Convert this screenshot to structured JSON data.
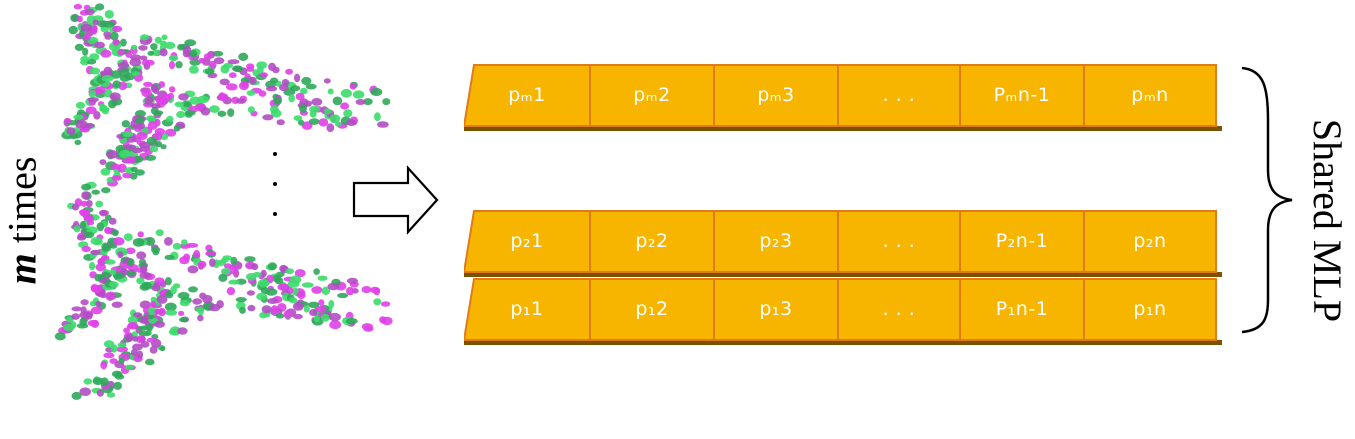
{
  "left_label": {
    "variable": "m",
    "text": "times"
  },
  "right_label": "Shared MLP",
  "rows": [
    {
      "id": "m",
      "cells": [
        "pₘ1",
        "pₘ2",
        "pₘ3",
        ". . .",
        "Pₘn-1",
        "pₘn"
      ]
    },
    {
      "id": "2",
      "cells": [
        "p₂1",
        "p₂2",
        "p₂3",
        ". . .",
        "P₂n-1",
        "p₂n"
      ]
    },
    {
      "id": "1",
      "cells": [
        "p₁1",
        "p₁2",
        "p₁3",
        ". . .",
        "P₁n-1",
        "p₁n"
      ]
    }
  ],
  "colors": {
    "cell_fill": "#F7B500",
    "cell_border": "#E07B1A",
    "cell_shadow": "#7A5200",
    "point_magenta": "#E040E8",
    "point_green": "#3CDC6C"
  }
}
